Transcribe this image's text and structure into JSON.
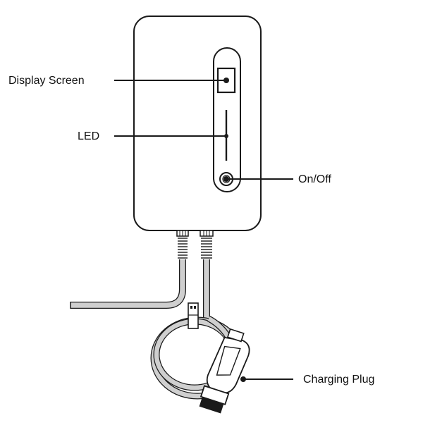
{
  "labels": {
    "display_screen": "Display Screen",
    "led": "LED",
    "on_off": "On/Off",
    "charging_plug": "Charging Plug"
  }
}
